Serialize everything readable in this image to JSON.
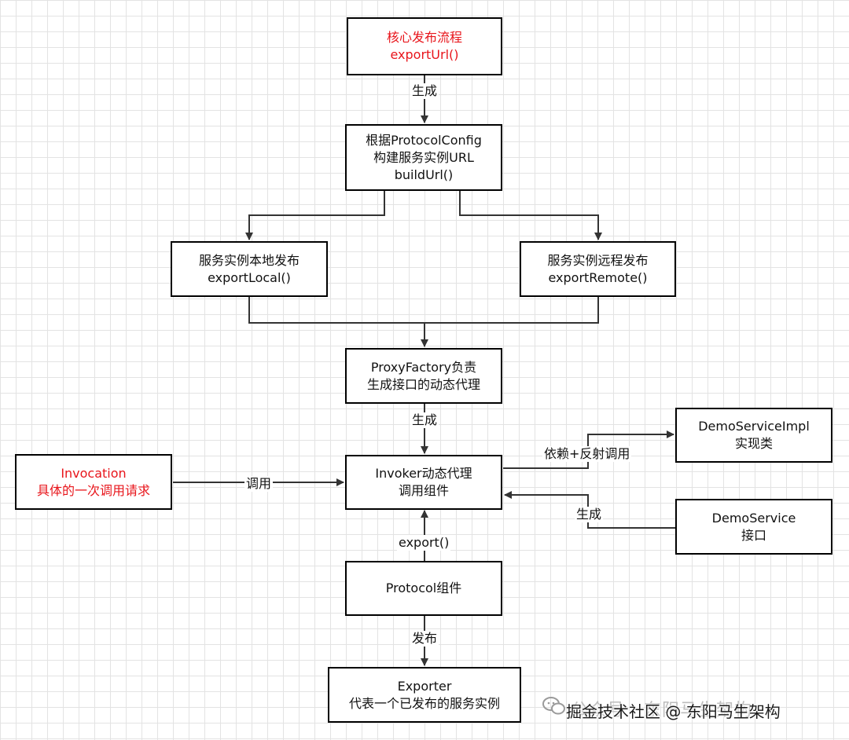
{
  "nodes": {
    "core": {
      "line1": "核心发布流程",
      "line2": "exportUrl()"
    },
    "build_url": {
      "line1": "根据ProtocolConfig",
      "line2": "构建服务实例URL",
      "line3": "buildUrl()"
    },
    "export_local": {
      "line1": "服务实例本地发布",
      "line2": "exportLocal()"
    },
    "export_remote": {
      "line1": "服务实例远程发布",
      "line2": "exportRemote()"
    },
    "proxy_factory": {
      "line1": "ProxyFactory负责",
      "line2": "生成接口的动态代理"
    },
    "invoker": {
      "line1": "Invoker动态代理",
      "line2": "调用组件"
    },
    "invocation": {
      "line1": "Invocation",
      "line2": "具体的一次调用请求"
    },
    "demo_impl": {
      "line1": "DemoServiceImpl",
      "line2": "实现类"
    },
    "demo_service": {
      "line1": "DemoService",
      "line2": "接口"
    },
    "protocol": {
      "line1": "Protocol组件"
    },
    "exporter": {
      "line1": "Exporter",
      "line2": "代表一个已发布的服务实例"
    }
  },
  "edges": {
    "core_to_build": "生成",
    "proxy_to_invoker": "生成",
    "invocation_to_invoker": "调用",
    "invoker_to_impl": "依赖+反射调用",
    "service_to_invoker": "生成",
    "protocol_to_invoker": "export()",
    "protocol_to_exporter": "发布"
  },
  "watermark": {
    "faded": "公众号 · 东阳马生架构",
    "text": "掘金技术社区 @ 东阳马生架构"
  },
  "colors": {
    "emphasis_text": "#e8151b",
    "line": "#333333",
    "grid": "#e3e3e3"
  }
}
